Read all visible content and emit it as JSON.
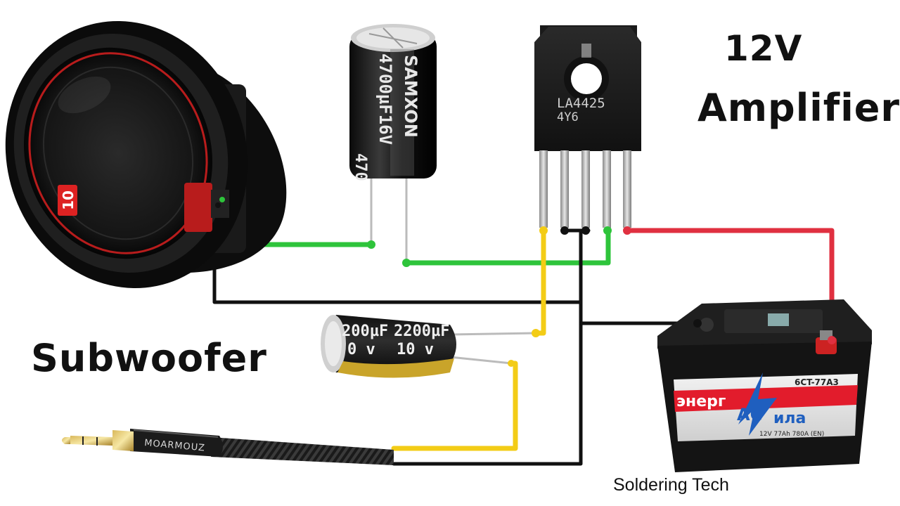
{
  "title": {
    "line1": "12V",
    "line2": "Amplifier"
  },
  "labels": {
    "subwoofer": "Subwoofer",
    "watermark": "Soldering Tech"
  },
  "ic": {
    "line1": "LA4425",
    "line2": "4Y6"
  },
  "capacitor_large": {
    "brand": "SAMXON",
    "rating": "4700µF16V",
    "partial": "470"
  },
  "capacitor_small": {
    "rating": "2200µF",
    "voltage": "10 v",
    "partial_left": "200µF",
    "partial_v": "0 v"
  },
  "battery": {
    "brand_left": "энерг",
    "brand_mid": "АС",
    "brand_right": "ила",
    "model": "6CT-77A3",
    "specs": "12V 77Ah 780A (EN)"
  },
  "jack": {
    "brand": "MOARMOUZ"
  },
  "speaker": {
    "badge": "10"
  },
  "colors": {
    "green_wire": "#2ec43b",
    "yellow_wire": "#f3cc16",
    "red_wire": "#e03040",
    "black_wire": "#111111"
  }
}
